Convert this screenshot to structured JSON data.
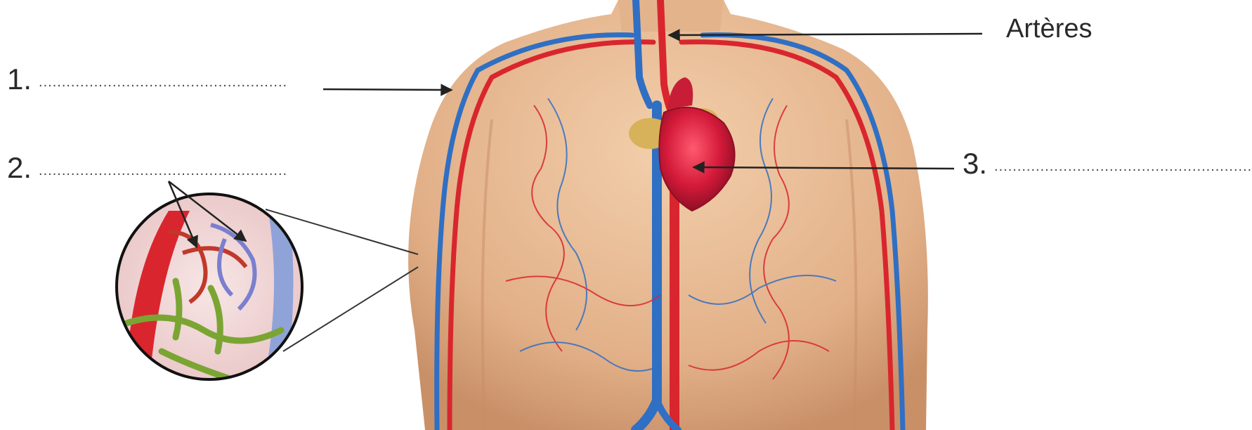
{
  "labels": {
    "arteres": "Artères",
    "item1": {
      "number": "1.",
      "blank": "......................................................"
    },
    "item2": {
      "number": "2.",
      "blank": "......................................................"
    },
    "item3": {
      "number": "3.",
      "blank": "..........................................................."
    }
  },
  "colors": {
    "artery": "#d9262e",
    "vein": "#2f6fc4",
    "skin": "#e7b98f",
    "heart": "#d41a3a",
    "fat": "#d8b25a",
    "lymph": "#7ba533",
    "leader_line": "#333333"
  },
  "icons": {
    "arrow": "arrow-head",
    "magnifier": "zoom-circle"
  }
}
